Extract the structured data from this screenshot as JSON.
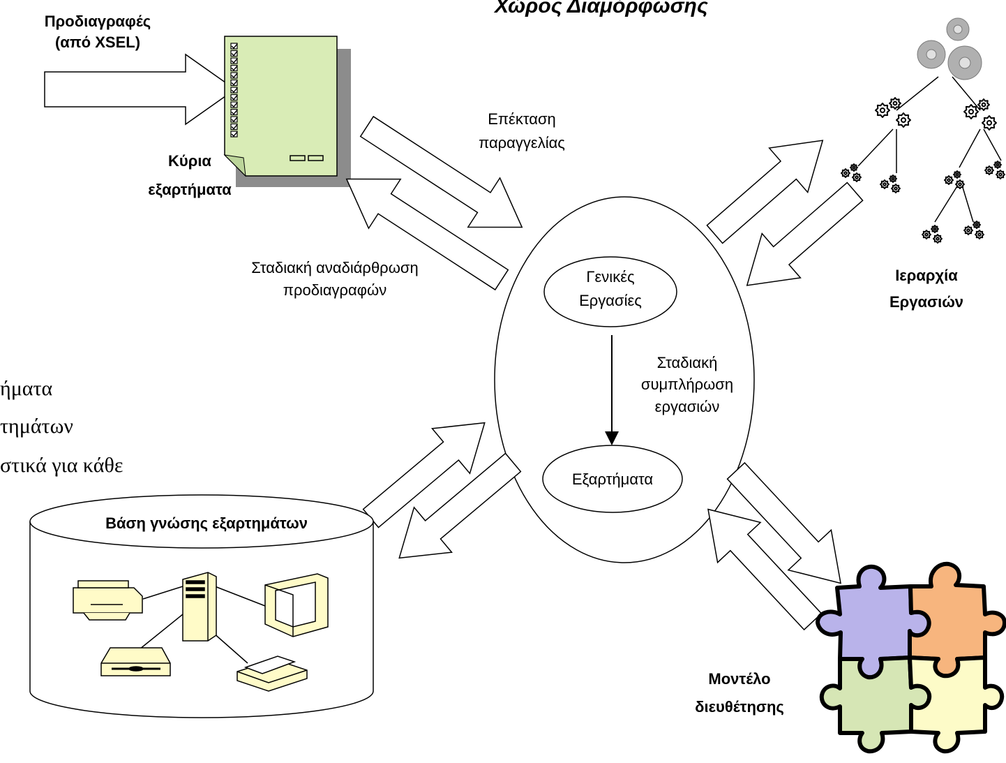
{
  "title": "Χώρος Διαμόρφωσης",
  "spec_input": {
    "line1": "Προδιαγραφές",
    "line2": "(από XSEL)"
  },
  "main_components": {
    "line1": "Κύρια",
    "line2": "εξαρτήματα"
  },
  "order_expansion": {
    "line1": "Επέκταση",
    "line2": "παραγγελίας"
  },
  "spec_restructuring": {
    "line1": "Σταδιακή αναδιάρθρωση",
    "line2": "προδιαγραφών"
  },
  "general_tasks": {
    "line1": "Γενικές",
    "line2": "Εργασίες"
  },
  "task_completion": {
    "line1": "Σταδιακή",
    "line2": "συμπλήρωση",
    "line3": "εργασιών"
  },
  "components": "Εξαρτήματα",
  "task_hierarchy": {
    "line1": "Ιεραρχία",
    "line2": "Εργασιών"
  },
  "knowledge_base": "Βάση γνώσης εξαρτημάτων",
  "adaptation_model": {
    "line1": "Μοντέλο",
    "line2": "διευθέτησης"
  },
  "background_text": [
    "ήματα",
    "τημάτων",
    "στικά για κάθε"
  ],
  "colors": {
    "document": "#d9ecb6",
    "document_shadow": "#8c8c8c",
    "device": "#fffbc8",
    "puzzle_purple": "#b9b3ea",
    "puzzle_orange": "#f7b57e",
    "puzzle_green": "#d6e6b5",
    "puzzle_yellow": "#fdfbc8",
    "gear": "#b0b0b0"
  }
}
